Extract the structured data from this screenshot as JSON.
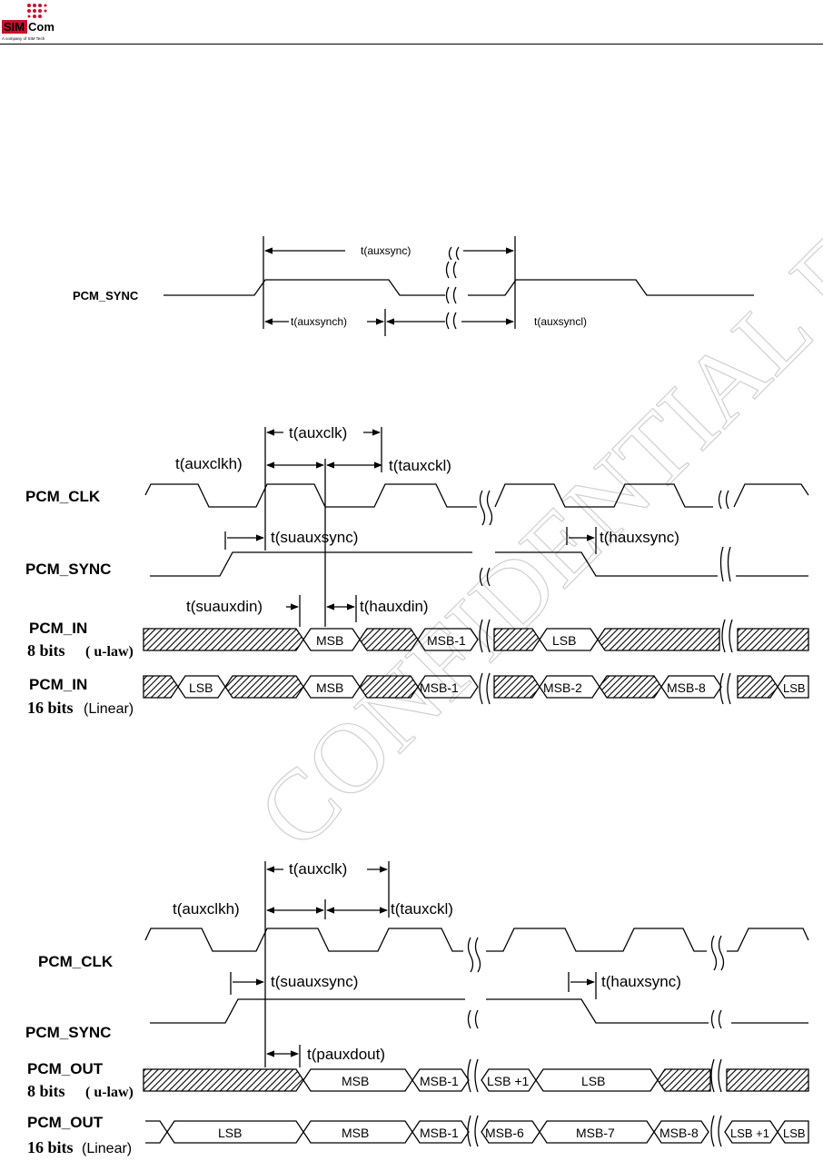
{
  "header": {
    "logo_text": "SIMCom",
    "logo_tagline": "A company of SIM Tech"
  },
  "watermark": "CONFIDENTIAL FILE",
  "diagram1": {
    "sync_label": "PCM_SYNC",
    "t_auxsync": "t(auxsync)",
    "t_auxsynch": "t(auxsynch)",
    "t_auxsyncl": "t(auxsyncl)"
  },
  "diagram2": {
    "clk_label": "PCM_CLK",
    "sync_label": "PCM_SYNC",
    "in_label": "PCM_IN",
    "in_8bits": "8 bits",
    "in_8mode": "( u-law)",
    "in2_label": "PCM_IN",
    "in_16bits": "16 bits",
    "in_16mode": "(Linear)",
    "t_auxclk": "t(auxclk)",
    "t_auxclkh": "t(auxclkh)",
    "t_tauxckl": "t(tauxckl)",
    "t_suauxsync": "t(suauxsync)",
    "t_hauxsync": "t(hauxsync)",
    "t_suauxdin": "t(suauxdin)",
    "t_hauxdin": "t(hauxdin)",
    "row8_cells": [
      "MSB",
      "MSB-1",
      "LSB"
    ],
    "row16_cells": [
      "LSB",
      "MSB",
      "MSB-1",
      "MSB-2",
      "MSB-8",
      "LSB"
    ]
  },
  "diagram3": {
    "clk_label": "PCM_CLK",
    "sync_label": "PCM_SYNC",
    "out_label": "PCM_OUT",
    "out_8bits": "8 bits",
    "out_8mode": "( u-law)",
    "out2_label": "PCM_OUT",
    "out_16bits": "16 bits",
    "out_16mode": "(Linear)",
    "t_auxclk": "t(auxclk)",
    "t_auxclkh": "t(auxclkh)",
    "t_tauxckl": "t(tauxckl)",
    "t_suauxsync": "t(suauxsync)",
    "t_hauxsync": "t(hauxsync)",
    "t_pauxdout": "t(pauxdout)",
    "row8_cells": [
      "MSB",
      "MSB-1",
      "LSB +1",
      "LSB"
    ],
    "row16_cells": [
      "LSB",
      "MSB",
      "MSB-1",
      "MSB-6",
      "MSB-7",
      "MSB-8",
      "LSB +1",
      "LSB"
    ]
  },
  "colors": {
    "line": "#000000",
    "logo_red": "#c8102e",
    "hatch": "#000000"
  }
}
